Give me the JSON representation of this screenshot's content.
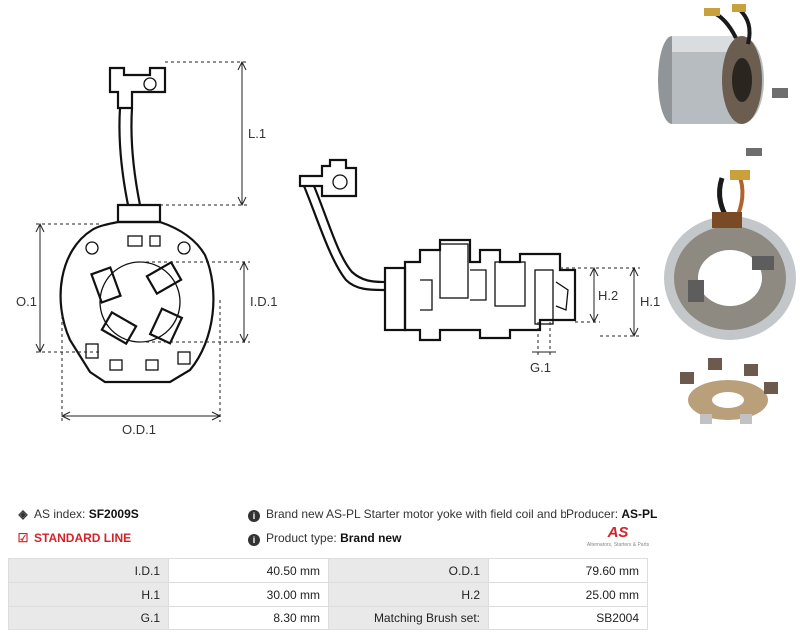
{
  "drawing": {
    "labels": {
      "l1": "L.1",
      "o1": "O.1",
      "id1": "I.D.1",
      "od1": "O.D.1",
      "h2": "H.2",
      "h1": "H.1",
      "g1": "G.1"
    }
  },
  "info": {
    "as_index_label": "AS index:",
    "as_index_value": "SF2009S",
    "standard_line": "STANDARD LINE",
    "description": "Brand new AS-PL Starter motor yoke with field coil and brush",
    "product_type_label": "Product type:",
    "product_type_value": "Brand new",
    "producer_label": "Producer:",
    "producer_value": "AS-PL"
  },
  "logo": {
    "mark": "AS",
    "tagline": "Alternators, Starters & Parts"
  },
  "specs": [
    {
      "k1": "I.D.1",
      "v1": "40.50 mm",
      "k2": "O.D.1",
      "v2": "79.60 mm"
    },
    {
      "k1": "H.1",
      "v1": "30.00 mm",
      "k2": "H.2",
      "v2": "25.00 mm"
    },
    {
      "k1": "G.1",
      "v1": "8.30 mm",
      "k2": "Matching Brush set:",
      "v2": "SB2004"
    }
  ],
  "colors": {
    "brand_red": "#d2232a",
    "header_cell": "#e9e9e9"
  },
  "icons": {
    "tag": "tag-icon",
    "check": "checkbox-icon",
    "info": "info-icon"
  }
}
